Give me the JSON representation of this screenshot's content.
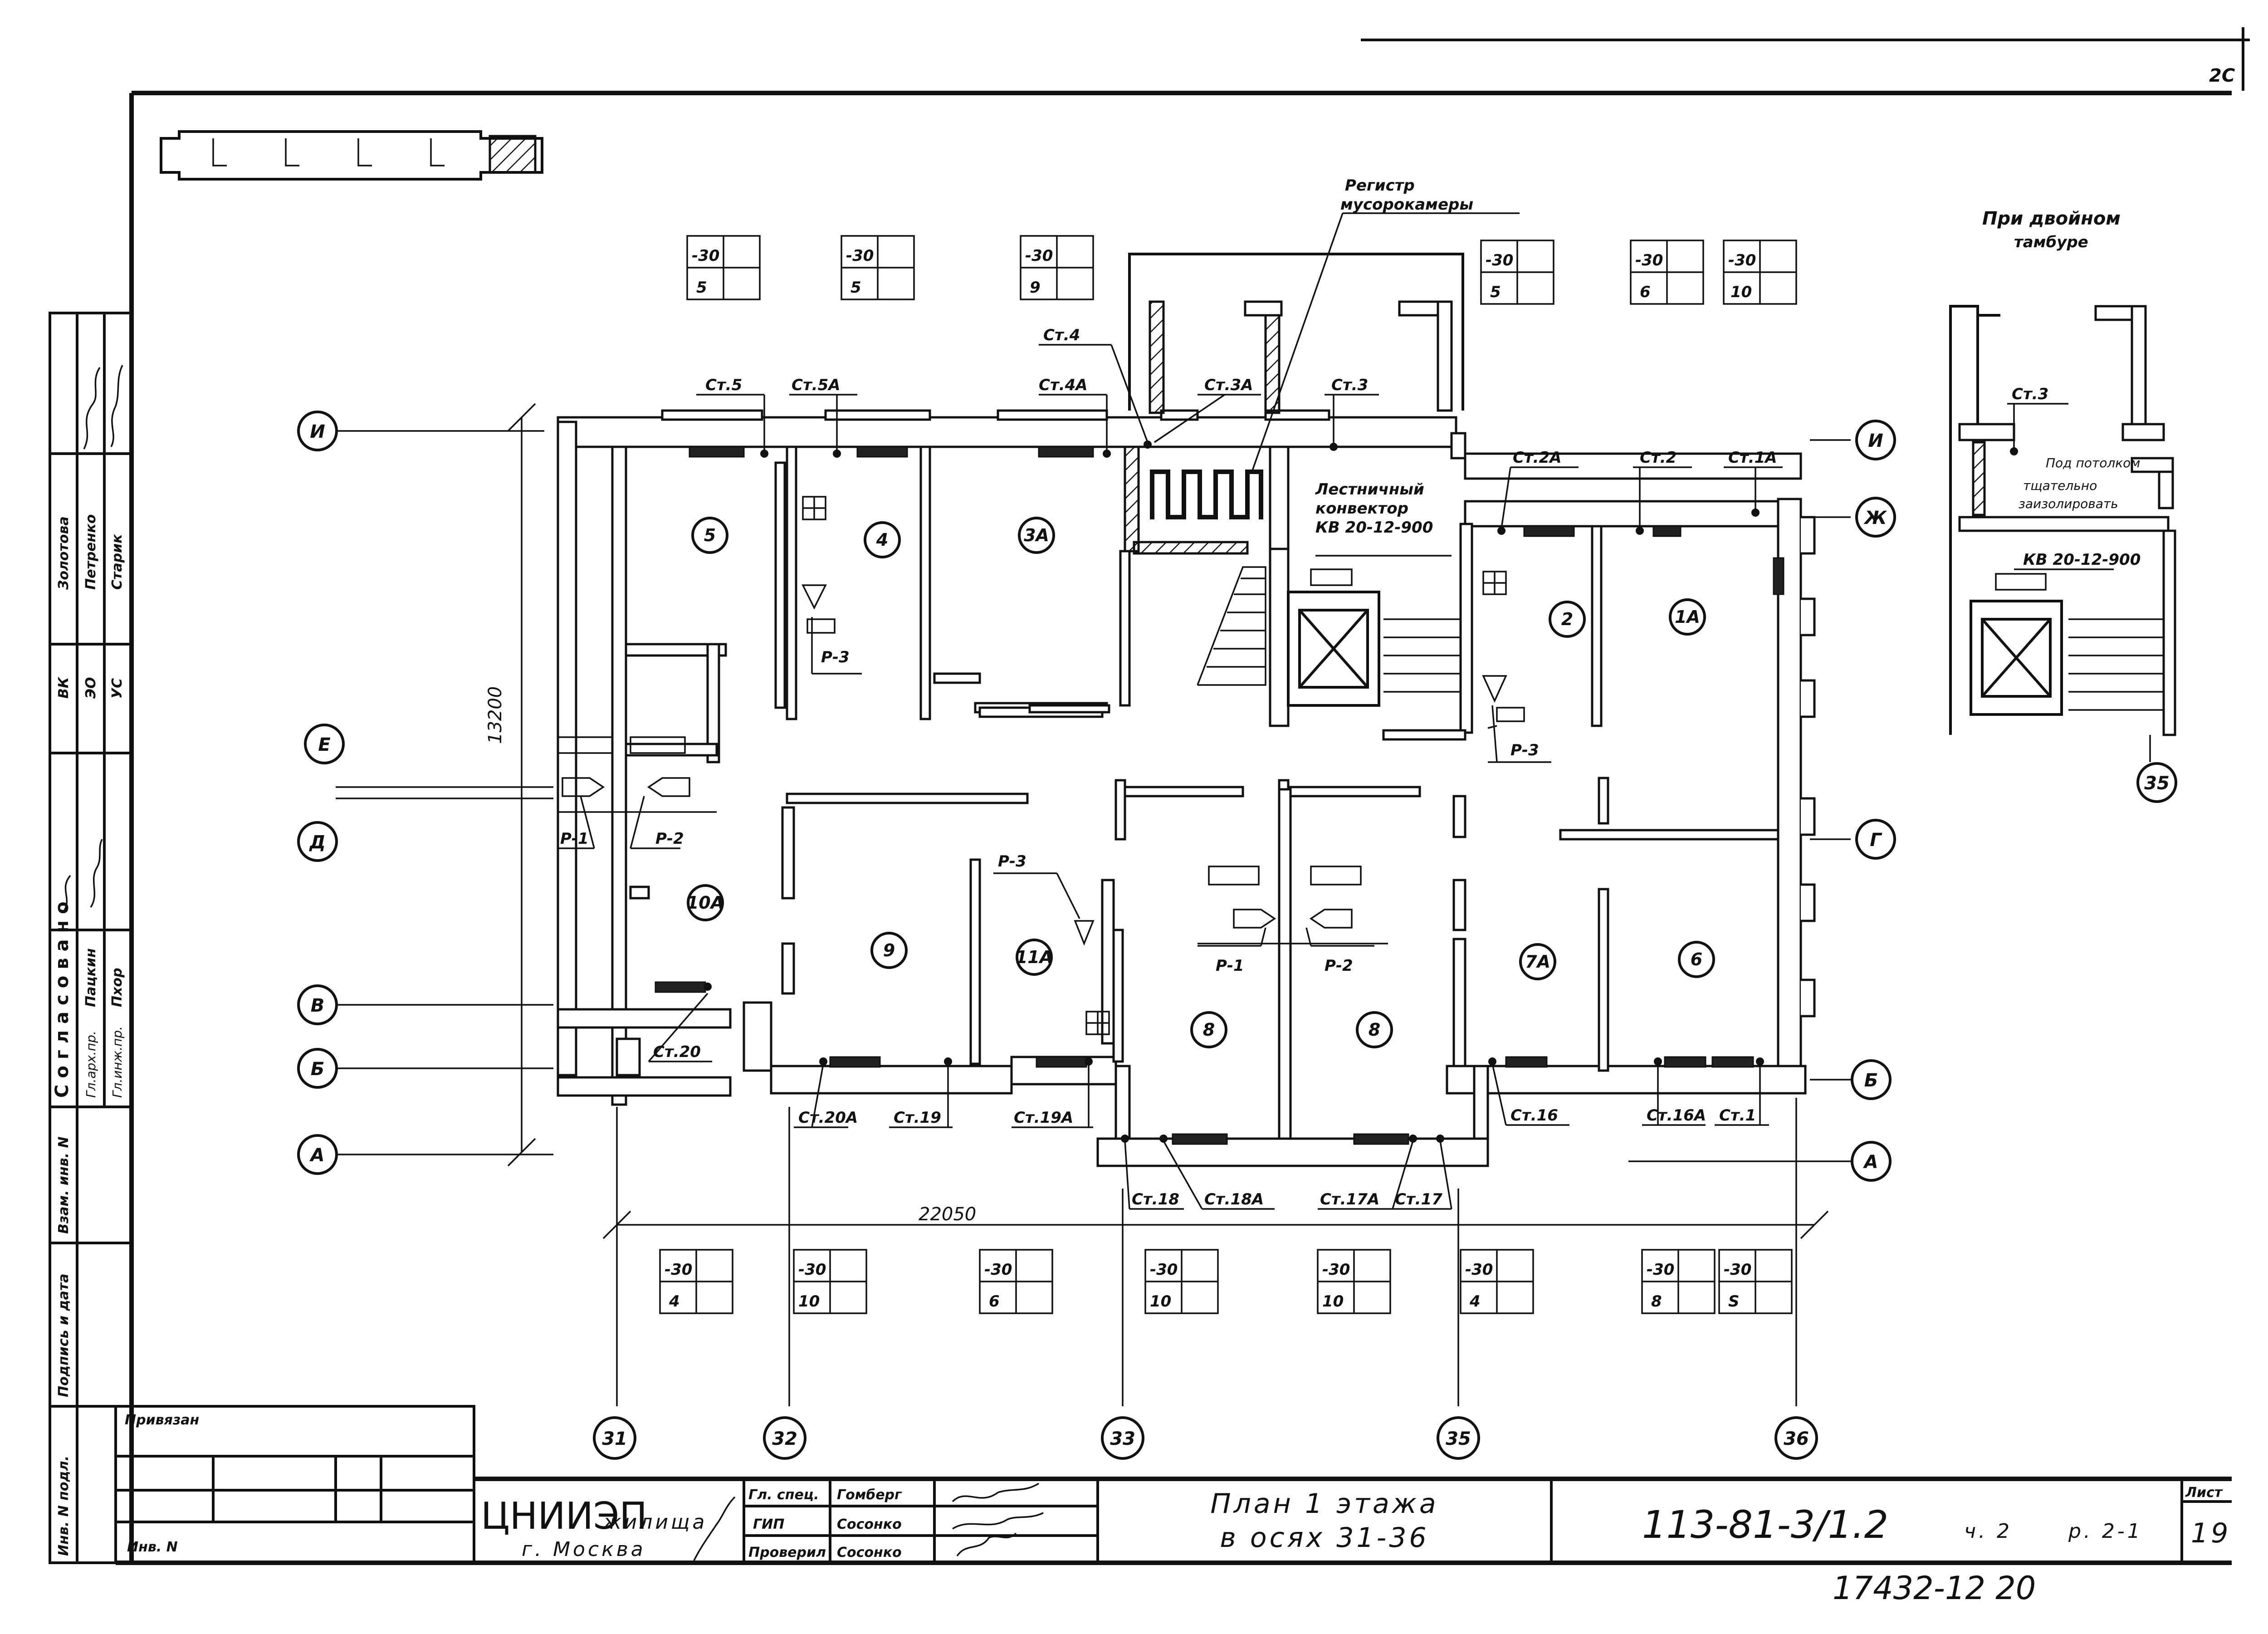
{
  "drawing": {
    "note_register": [
      "Регистр",
      "мусорокамеры"
    ],
    "note_double_vestibule": [
      "При двойном",
      "тамбуре"
    ],
    "note_stair_convector": [
      "Лестничный",
      "конвектор",
      "КВ 20-12-900"
    ],
    "note_convector_inset": "КВ 20-12-900",
    "note_ceiling": [
      "Под потолком",
      "тщательно",
      "заизолировать"
    ],
    "dimension_height": "13200",
    "dimension_length": "22050",
    "axes_letters_left": [
      "И",
      "Е",
      "Д",
      "В",
      "Б",
      "А"
    ],
    "axes_letters_right": [
      "И",
      "Ж",
      "Г",
      "Б",
      "А"
    ],
    "axes_numbers": [
      "31",
      "32",
      "33",
      "35",
      "36"
    ],
    "inset_axis": "35",
    "rooms": [
      "5",
      "4",
      "3А",
      "2",
      "1А",
      "10А",
      "9",
      "11А",
      "8",
      "8",
      "7А",
      "6"
    ],
    "risers": [
      "Ст.5",
      "Ст.5А",
      "Ст.4",
      "Ст.4А",
      "Ст.3А",
      "Ст.3",
      "Ст.2А",
      "Ст.2",
      "Ст.1А",
      "Ст.20",
      "Ст.20А",
      "Ст.19",
      "Ст.19А",
      "Ст.18",
      "Ст.18А",
      "Ст.17А",
      "Ст.17",
      "Ст.16",
      "Ст.16А",
      "Ст.1",
      "Ст.3"
    ],
    "fixtures": [
      "Р-3",
      "Р-3",
      "Р-3",
      "Р-1",
      "Р-2",
      "Р-1",
      "Р-2"
    ],
    "temperature_boxes_top": [
      {
        "t": "-30",
        "n": "5"
      },
      {
        "t": "-30",
        "n": "5"
      },
      {
        "t": "-30",
        "n": "9"
      },
      {
        "t": "-30",
        "n": "5"
      },
      {
        "t": "-30",
        "n": "6"
      },
      {
        "t": "-30",
        "n": "10"
      }
    ],
    "temperature_boxes_bottom": [
      {
        "t": "-30",
        "n": "4"
      },
      {
        "t": "-30",
        "n": "10"
      },
      {
        "t": "-30",
        "n": "6"
      },
      {
        "t": "-30",
        "n": "10"
      },
      {
        "t": "-30",
        "n": "10"
      },
      {
        "t": "-30",
        "n": "4"
      },
      {
        "t": "-30",
        "n": "8"
      },
      {
        "t": "-30",
        "n": "S"
      }
    ]
  },
  "side_stamp": {
    "row_codes": [
      "ВК",
      "ЭО",
      "УС"
    ],
    "row_names": [
      "Золотова",
      "Петренко",
      "Старик"
    ],
    "agreed_title": "Согласовано",
    "agreed_roles": [
      "Гл.арх.пр.",
      "Гл.инж.пр."
    ],
    "agreed_names": [
      "Пацкин",
      "Пхор"
    ],
    "fields": [
      "Взам. инв. N",
      "Подпись и дата",
      "Инв. N подл."
    ]
  },
  "title_block": {
    "bound": "Привязан",
    "inv_no": "Инв. N",
    "org_name": "ЦНИИЭП",
    "org_suffix": "жилища",
    "city": "г. Москва",
    "roles": [
      "Гл. спец.",
      "ГИП",
      "Проверил"
    ],
    "names": [
      "Гомберг",
      "Сосонко",
      "Сосонко"
    ],
    "sheet_title_1": "План 1 этажа",
    "sheet_title_2": "в осях 31-36",
    "project_code": "113-81-3/1.2",
    "part": "ч. 2",
    "section": "р. 2-1",
    "sheet_label": "Лист",
    "sheet_number": "19",
    "archive_number": "17432-12 20"
  }
}
